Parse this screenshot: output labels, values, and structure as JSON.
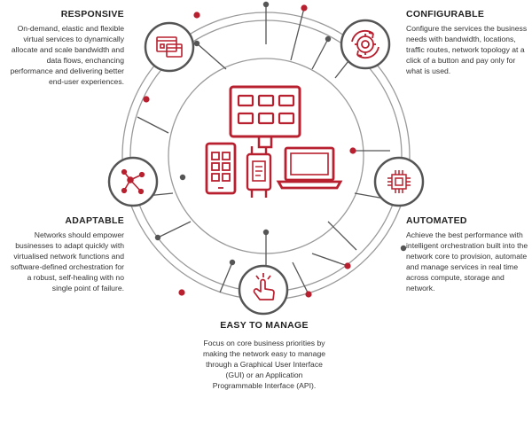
{
  "colors": {
    "accent": "#b8202f",
    "ring": "#9a9a9a",
    "ring_dark": "#555555",
    "text": "#222222"
  },
  "sections": {
    "responsive": {
      "title": "RESPONSIVE",
      "description": "On-demand, elastic and flexible virtual services to dynamically allocate and scale bandwidth and data flows, enchancing performance and delivering better end-user experiences.",
      "icon": "browser-windows-icon"
    },
    "configurable": {
      "title": "CONFIGURABLE",
      "description": "Configure the services the business needs with bandwidth, locations, traffic routes, network topology at a click of a button and pay only for what is used.",
      "icon": "gear-cycle-icon"
    },
    "adaptable": {
      "title": "ADAPTABLE",
      "description": "Networks should empower businesses to adapt quickly with virtualised network functions and software-defined orchestration for a robust, self-healing with no single point of failure.",
      "icon": "network-nodes-icon"
    },
    "automated": {
      "title": "AUTOMATED",
      "description": "Achieve the best performance with intelligent orchestration built into the network core to provision, automate and manage services in real time across compute, storage and network.",
      "icon": "processor-chip-icon"
    },
    "easy_to_manage": {
      "title": "EASY TO MANAGE",
      "description": "Focus on core business priorities by making the network easy to manage through a Graphical User Interface (GUI) or an Application Programmable Interface (API).",
      "icon": "hand-click-icon"
    }
  },
  "center": {
    "icon": "devices-icon"
  }
}
